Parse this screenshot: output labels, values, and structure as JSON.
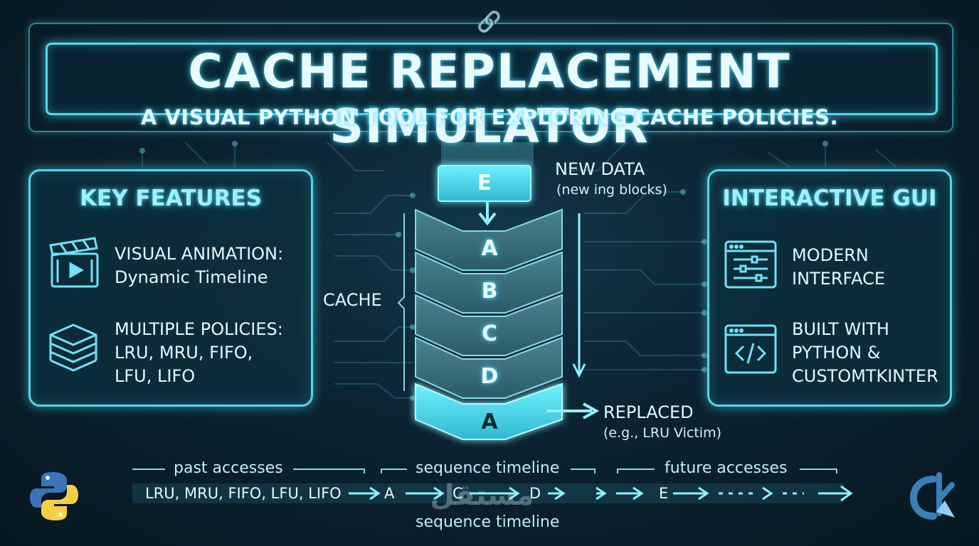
{
  "header": {
    "title": "CACHE REPLACEMENT SIMULATOR",
    "subtitle": "A VISUAL PYTHON TOOL FOR EXPLORING CACHE POLICIES."
  },
  "left_panel": {
    "title": "KEY FEATURES",
    "features": [
      {
        "icon": "clapperboard-icon",
        "line1": "VISUAL ANIMATION:",
        "line2": "Dynamic Timeline"
      },
      {
        "icon": "stack-layers-icon",
        "line1": "MULTIPLE POLICIES:",
        "line2": "LRU, MRU, FIFO,",
        "line3": "LFU, LIFO"
      }
    ]
  },
  "right_panel": {
    "title": "INTERACTIVE GUI",
    "features": [
      {
        "icon": "sliders-window-icon",
        "line1": "MODERN",
        "line2": "INTERFACE"
      },
      {
        "icon": "code-window-icon",
        "line1": "BUILT WITH",
        "line2": "PYTHON &",
        "line3": "CUSTOMTKINTER"
      }
    ]
  },
  "cache": {
    "incoming_block": "E",
    "blocks": [
      "A",
      "B",
      "C",
      "D"
    ],
    "victim_block": "A",
    "label": "CACHE",
    "new_data_label": "NEW DATA",
    "new_data_sub": "(new ing blocks)",
    "replaced_label": "REPLACED",
    "replaced_sub": "(e.g., LRU Victim)"
  },
  "timeline": {
    "past_label": "past accesses",
    "sequence_label": "sequence timeline",
    "future_label": "future accesses",
    "policies": "LRU, MRU, FIFO, LFU, LIFO",
    "items": [
      "A",
      "C",
      "D",
      "E"
    ],
    "bottom_label": "sequence timeline"
  },
  "watermark": "مستقل",
  "colors": {
    "accent": "#55d6ec",
    "background": "#0b2230",
    "python_blue": "#3a74b4",
    "python_yellow": "#f6cf45"
  }
}
